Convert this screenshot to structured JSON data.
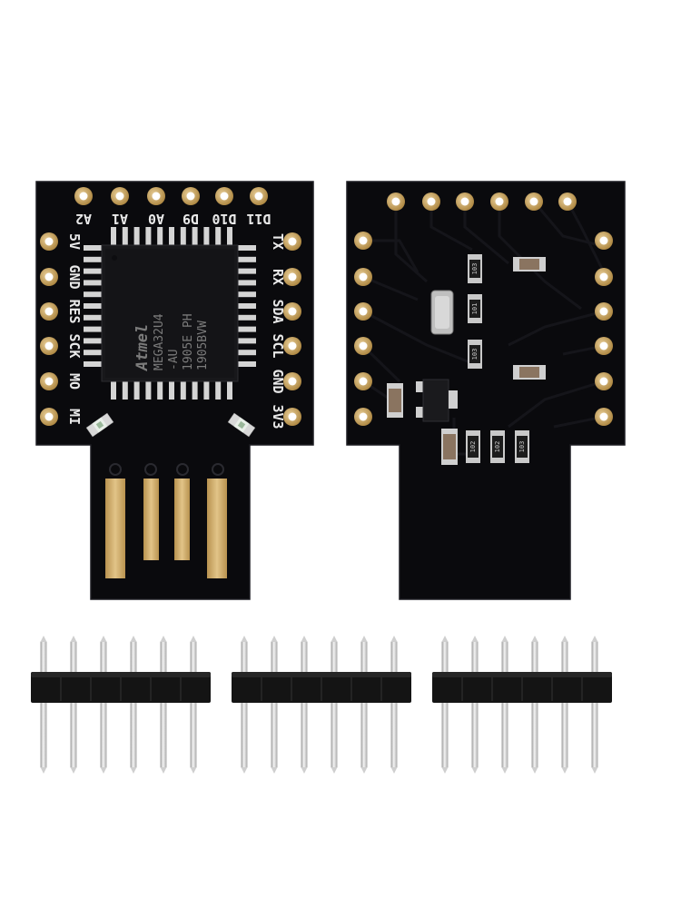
{
  "front_board": {
    "top_labels": [
      "D11",
      "D10",
      "D9",
      "A0",
      "A1",
      "A2"
    ],
    "left_labels": [
      "5V",
      "GND",
      "RES",
      "SCK",
      "MO",
      "MI"
    ],
    "right_labels": [
      "TX",
      "RX",
      "SDA",
      "SCL",
      "GND",
      "3V3"
    ],
    "chip": {
      "brand": "Atmel",
      "line1": "MEGA32U4",
      "line2": "-AU",
      "line3": "1905E  PH",
      "line4": "1905BVW"
    }
  },
  "back_board": {
    "component_codes": [
      "103",
      "101",
      "103",
      "102",
      "102",
      "103"
    ]
  },
  "headers": {
    "group_count": 3,
    "pins_per_group": 6
  },
  "colors": {
    "pcb": "#0a0a0d",
    "pad_gold": "#c9a664",
    "contact_gold": "#d8b978",
    "silkscreen": "#e9e9e9",
    "header_plastic": "#141414",
    "pin_metal": "#dcdcdc"
  }
}
